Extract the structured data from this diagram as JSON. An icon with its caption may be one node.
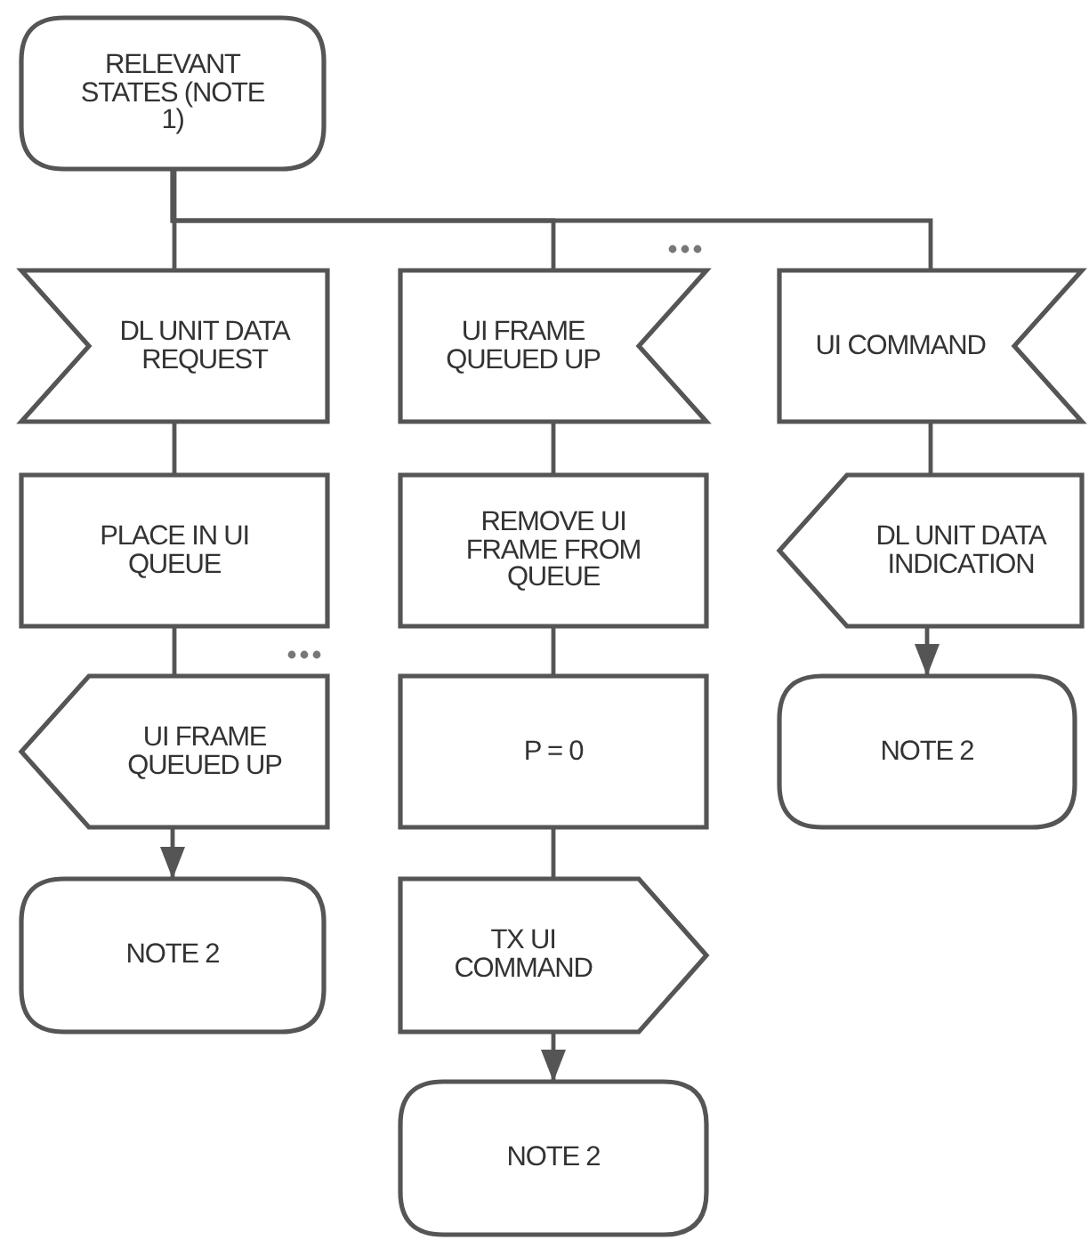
{
  "diagram": {
    "nodes": [
      {
        "text": [
          "RELEVANT STATES (NOTE 1)"
        ]
      },
      {
        "text": [
          "DL UNIT DATA REQUEST"
        ]
      },
      {
        "text": [
          "UI FRAME QUEUED UP"
        ]
      },
      {
        "text": [
          "UI COMMAND"
        ]
      },
      {
        "text": [
          "PLACE IN UI QUEUE"
        ]
      },
      {
        "text": [
          "REMOVE UI FRAME FROM QUEUE"
        ]
      },
      {
        "text": [
          "DL UNIT DATA INDICATION"
        ]
      },
      {
        "text": [
          "UI FRAME QUEUED UP"
        ]
      },
      {
        "text": [
          "P = 0"
        ]
      },
      {
        "text": [
          "NOTE 2"
        ]
      },
      {
        "text": [
          "NOTE 2"
        ]
      },
      {
        "text": [
          "TX UI COMMAND"
        ]
      },
      {
        "text": [
          "NOTE 2"
        ]
      }
    ],
    "edges": [
      {
        "from": 0,
        "to": 1,
        "arrow": "none"
      },
      {
        "from": 0,
        "to": 2,
        "arrow": "none"
      },
      {
        "from": 0,
        "to": 3,
        "arrow": "none"
      },
      {
        "from": 1,
        "to": 4,
        "arrow": "none"
      },
      {
        "from": 4,
        "to": 7,
        "arrow": "none"
      },
      {
        "from": 7,
        "to": 10,
        "arrow": "to"
      },
      {
        "from": 2,
        "to": 5,
        "arrow": "none"
      },
      {
        "from": 5,
        "to": 8,
        "arrow": "none"
      },
      {
        "from": 8,
        "to": 11,
        "arrow": "none"
      },
      {
        "from": 11,
        "to": 12,
        "arrow": "to"
      },
      {
        "from": 3,
        "to": 6,
        "arrow": "none"
      },
      {
        "from": 6,
        "to": 9,
        "arrow": "to"
      }
    ]
  }
}
